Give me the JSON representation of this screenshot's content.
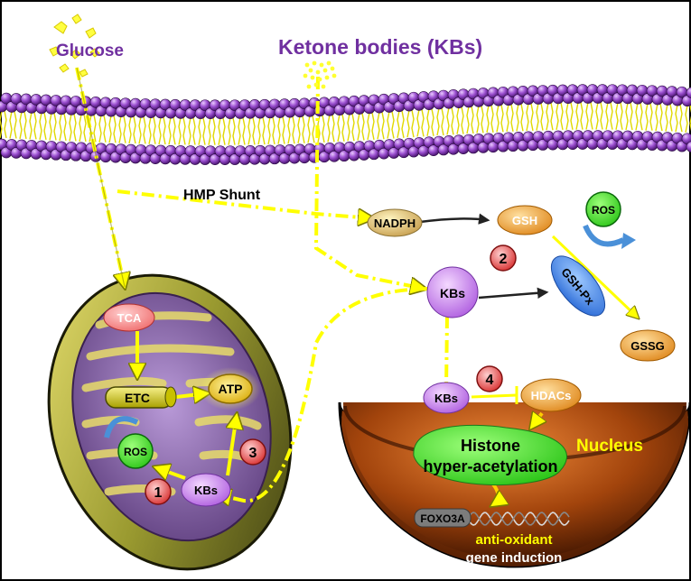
{
  "title_glucose": "Glucose",
  "title_ketones": "Ketone bodies (KBs)",
  "pathway": {
    "hmp_shunt": "HMP Shunt",
    "nadph": "NADPH",
    "gsh": "GSH",
    "ros_outer": "ROS",
    "marker_2": "2",
    "kbs_cytosol": "KBs",
    "gsh_px": "GSH-Px",
    "gssg": "GSSG"
  },
  "mitochondrion": {
    "tca": "TCA",
    "etc": "ETC",
    "atp": "ATP",
    "ros": "ROS",
    "kbs": "KBs",
    "marker_1": "1",
    "marker_3": "3"
  },
  "nucleus": {
    "label": "Nucleus",
    "kbs": "KBs",
    "marker_4": "4",
    "hdacs": "HDACs",
    "histone_line1": "Histone",
    "histone_line2": "hyper-acetylation",
    "foxo3a": "FOXO3A",
    "gene_line1": "anti-oxidant",
    "gene_line2": "gene induction"
  },
  "colors": {
    "purple": "#7030a0",
    "arrow_yellow": "#ffff00",
    "marker_red": "#e04040",
    "ros_green": "#1ec81e",
    "nucleus_label": "#ffff00"
  }
}
